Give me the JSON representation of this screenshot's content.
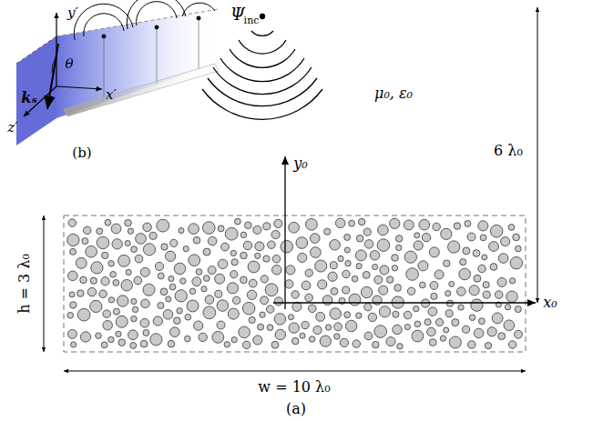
{
  "diagram": {
    "labels": [
      "Ψ",
      "inc",
      "y′",
      "x′",
      "z′",
      "θ",
      "kₛ",
      "(b)",
      "y₀",
      "μ₀, ε₀",
      "6 λ₀",
      "x₀",
      "h = 3 λ₀",
      "w = 10 λ₀",
      "(a)"
    ]
  }
}
